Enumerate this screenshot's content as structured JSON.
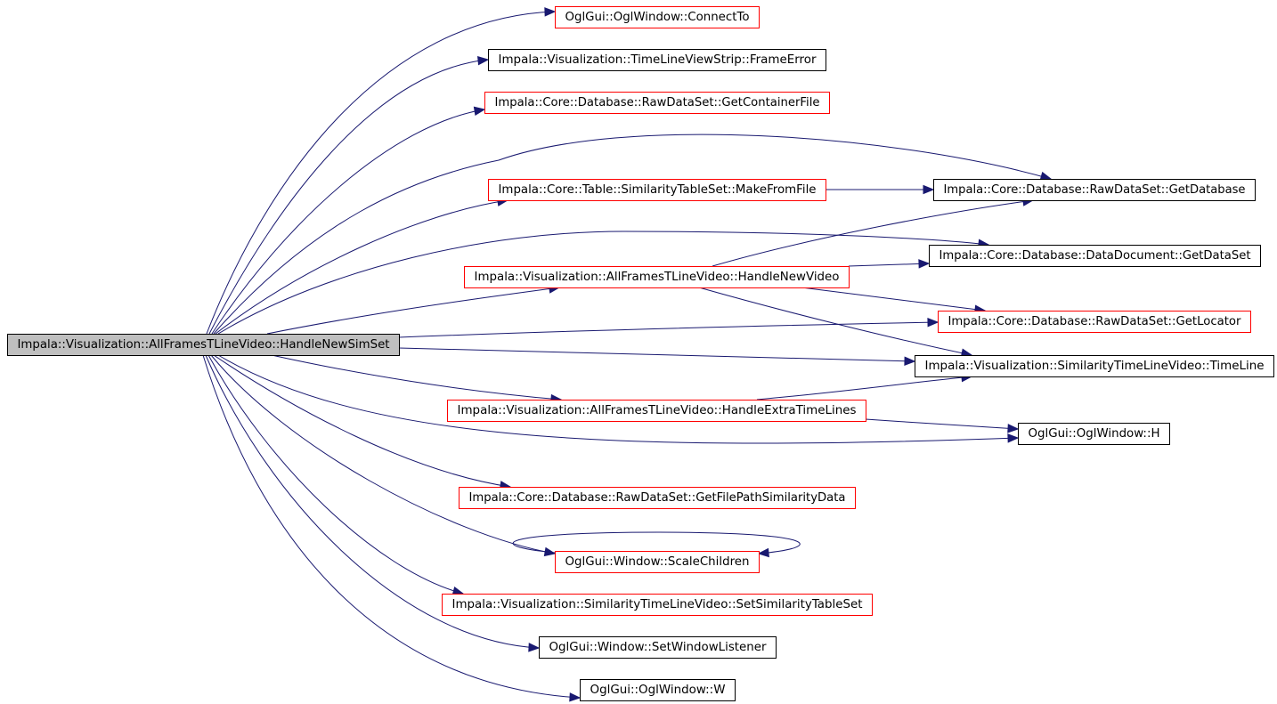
{
  "colors": {
    "root_fill": "#bfbfbf",
    "root_stroke": "#000000",
    "node_fill": "#ffffff",
    "linked_border": "#ff0000",
    "plain_border": "#000000",
    "edge": "#191970"
  },
  "graph": {
    "root": "Impala::Visualization::AllFramesTLineVideo::HandleNewSimSet",
    "nodes": [
      {
        "id": "connect_to",
        "label": "OglGui::OglWindow::ConnectTo",
        "border": "red"
      },
      {
        "id": "frame_error",
        "label": "Impala::Visualization::TimeLineViewStrip::FrameError",
        "border": "black"
      },
      {
        "id": "get_container_file",
        "label": "Impala::Core::Database::RawDataSet::GetContainerFile",
        "border": "red"
      },
      {
        "id": "make_from_file",
        "label": "Impala::Core::Table::SimilarityTableSet::MakeFromFile",
        "border": "red"
      },
      {
        "id": "get_database",
        "label": "Impala::Core::Database::RawDataSet::GetDatabase",
        "border": "black"
      },
      {
        "id": "get_data_set",
        "label": "Impala::Core::Database::DataDocument::GetDataSet",
        "border": "black"
      },
      {
        "id": "handle_new_video",
        "label": "Impala::Visualization::AllFramesTLineVideo::HandleNewVideo",
        "border": "red"
      },
      {
        "id": "get_locator",
        "label": "Impala::Core::Database::RawDataSet::GetLocator",
        "border": "red"
      },
      {
        "id": "time_line",
        "label": "Impala::Visualization::SimilarityTimeLineVideo::TimeLine",
        "border": "black"
      },
      {
        "id": "handle_extra_time_lines",
        "label": "Impala::Visualization::AllFramesTLineVideo::HandleExtraTimeLines",
        "border": "red"
      },
      {
        "id": "ogl_h",
        "label": "OglGui::OglWindow::H",
        "border": "black"
      },
      {
        "id": "get_file_path_similarity_data",
        "label": "Impala::Core::Database::RawDataSet::GetFilePathSimilarityData",
        "border": "red"
      },
      {
        "id": "scale_children",
        "label": "OglGui::Window::ScaleChildren",
        "border": "red"
      },
      {
        "id": "set_similarity_table_set",
        "label": "Impala::Visualization::SimilarityTimeLineVideo::SetSimilarityTableSet",
        "border": "red"
      },
      {
        "id": "set_window_listener",
        "label": "OglGui::Window::SetWindowListener",
        "border": "black"
      },
      {
        "id": "ogl_w",
        "label": "OglGui::OglWindow::W",
        "border": "black"
      }
    ],
    "edges": [
      [
        "root",
        "connect_to"
      ],
      [
        "root",
        "frame_error"
      ],
      [
        "root",
        "get_container_file"
      ],
      [
        "root",
        "get_database"
      ],
      [
        "root",
        "make_from_file"
      ],
      [
        "root",
        "get_data_set"
      ],
      [
        "root",
        "handle_new_video"
      ],
      [
        "root",
        "get_locator"
      ],
      [
        "root",
        "time_line"
      ],
      [
        "root",
        "handle_extra_time_lines"
      ],
      [
        "root",
        "ogl_h"
      ],
      [
        "root",
        "get_file_path_similarity_data"
      ],
      [
        "root",
        "scale_children"
      ],
      [
        "root",
        "set_similarity_table_set"
      ],
      [
        "root",
        "set_window_listener"
      ],
      [
        "root",
        "ogl_w"
      ],
      [
        "make_from_file",
        "get_database"
      ],
      [
        "handle_new_video",
        "get_database"
      ],
      [
        "handle_new_video",
        "get_data_set"
      ],
      [
        "handle_new_video",
        "get_locator"
      ],
      [
        "handle_new_video",
        "time_line"
      ],
      [
        "handle_extra_time_lines",
        "time_line"
      ],
      [
        "handle_extra_time_lines",
        "ogl_h"
      ],
      [
        "scale_children",
        "scale_children"
      ]
    ]
  }
}
